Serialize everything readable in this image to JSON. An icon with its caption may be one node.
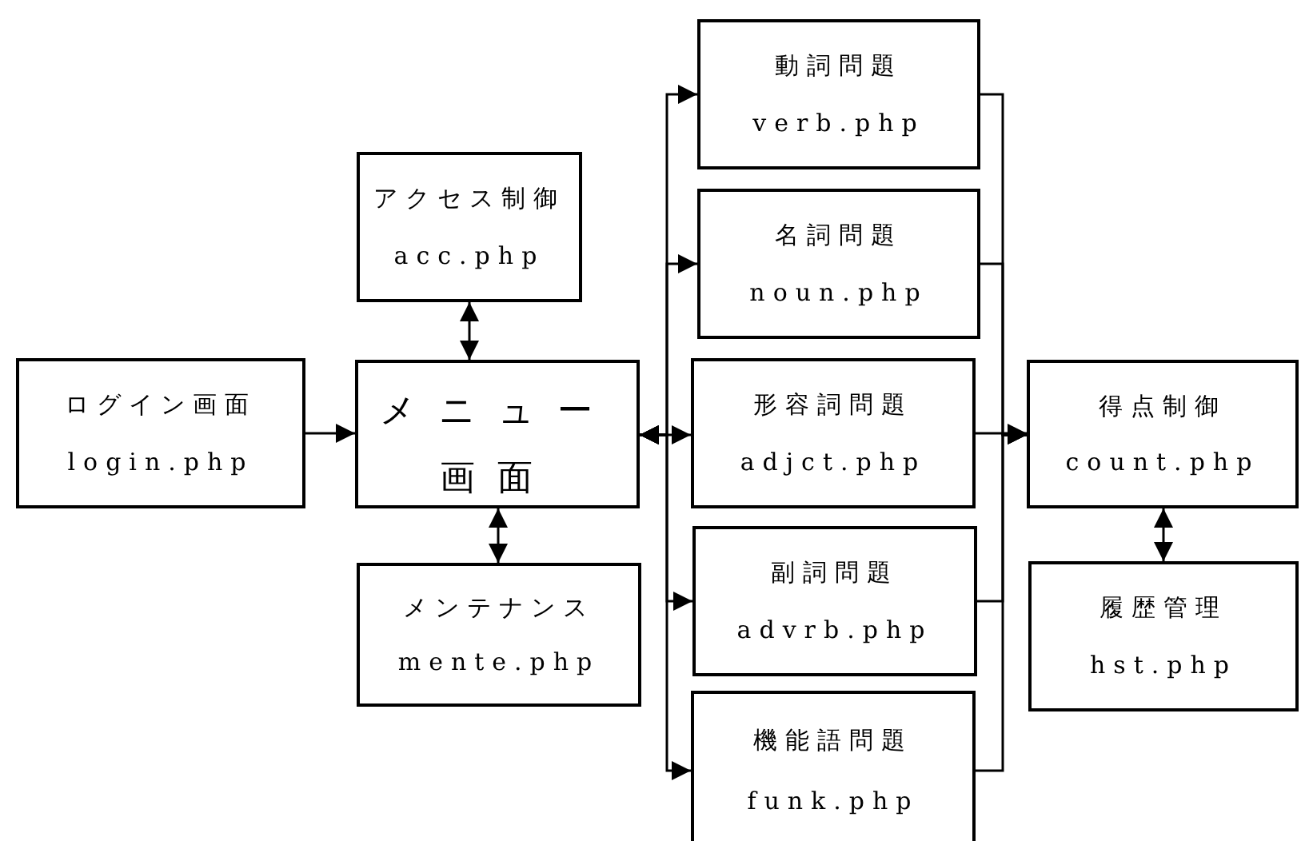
{
  "diagram": {
    "nodes": [
      {
        "text": [
          "アクセス制御",
          "acc.php"
        ]
      },
      {
        "text": [
          "ログイン画面",
          "login.php"
        ]
      },
      {
        "text": [
          "メニュー画面"
        ]
      },
      {
        "text": [
          "メンテナンス",
          "mente.php"
        ]
      },
      {
        "text": [
          "動詞問題",
          "verb.php"
        ]
      },
      {
        "text": [
          "名詞問題",
          "noun.php"
        ]
      },
      {
        "text": [
          "形容詞問題",
          "adjct.php"
        ]
      },
      {
        "text": [
          "副詞問題",
          "advrb.php"
        ]
      },
      {
        "text": [
          "機能語問題",
          "funk.php"
        ]
      },
      {
        "text": [
          "得点制御",
          "count.php"
        ]
      },
      {
        "text": [
          "履歴管理",
          "hst.php"
        ]
      }
    ],
    "edges": [
      {
        "from": 1,
        "to": 2,
        "arrow": "to"
      },
      {
        "from": 2,
        "to": 0,
        "arrow": "both"
      },
      {
        "from": 2,
        "to": 3,
        "arrow": "both"
      },
      {
        "from": 2,
        "to": 4,
        "arrow": "both"
      },
      {
        "from": 2,
        "to": 5,
        "arrow": "both"
      },
      {
        "from": 2,
        "to": 6,
        "arrow": "both"
      },
      {
        "from": 2,
        "to": 7,
        "arrow": "both"
      },
      {
        "from": 2,
        "to": 8,
        "arrow": "both"
      },
      {
        "from": 4,
        "to": 9,
        "arrow": "to"
      },
      {
        "from": 5,
        "to": 9,
        "arrow": "to"
      },
      {
        "from": 6,
        "to": 9,
        "arrow": "to"
      },
      {
        "from": 7,
        "to": 9,
        "arrow": "to"
      },
      {
        "from": 8,
        "to": 9,
        "arrow": "to"
      },
      {
        "from": 9,
        "to": 10,
        "arrow": "both"
      }
    ]
  }
}
